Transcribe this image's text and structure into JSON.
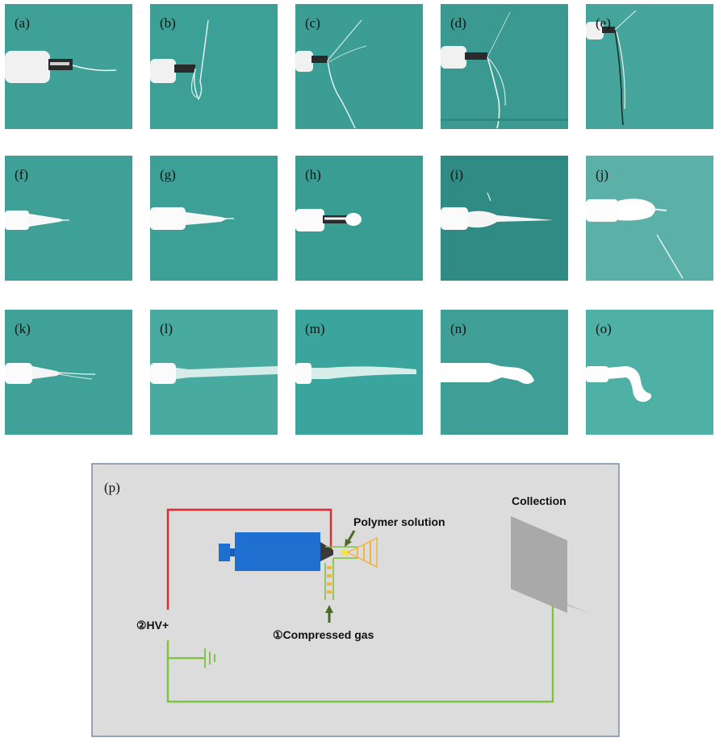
{
  "panels": [
    {
      "label": "(a)"
    },
    {
      "label": "(b)"
    },
    {
      "label": "(c)"
    },
    {
      "label": "(d)"
    },
    {
      "label": "(e)"
    },
    {
      "label": "(f)"
    },
    {
      "label": "(g)"
    },
    {
      "label": "(h)"
    },
    {
      "label": "(i)"
    },
    {
      "label": "(j)"
    },
    {
      "label": "(k)"
    },
    {
      "label": "(l)"
    },
    {
      "label": "(m)"
    },
    {
      "label": "(n)"
    },
    {
      "label": "(o)"
    }
  ],
  "diagram": {
    "label": "(p)",
    "polymer_label": "Polymer solution",
    "gas_label": "①Compressed gas",
    "hv_label": "②HV+",
    "collection_label": "Collection"
  },
  "colors": {
    "background_teal": "#3e9e96",
    "diagram_bg": "#dcdcdc",
    "hv_wire": "#e8262b",
    "ground_wire": "#7dc242",
    "syringe_blue": "#1f6fd1",
    "spray_yellow": "#f2b441"
  }
}
